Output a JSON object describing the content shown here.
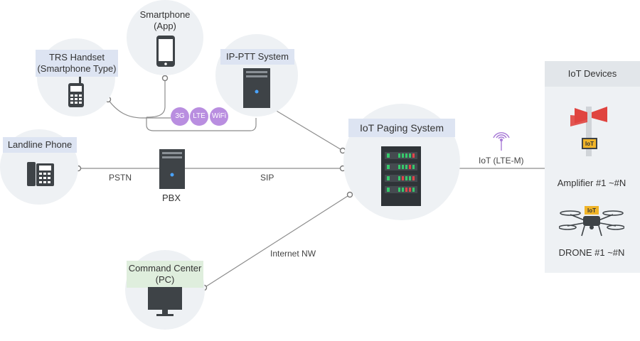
{
  "nodes": {
    "smartphone": {
      "label": "Smartphone\n(App)",
      "icon": "smartphone-icon"
    },
    "trs_handset": {
      "label": "TRS Handset\n(Smartphone Type)",
      "icon": "walkie-talkie-icon"
    },
    "ip_ptt": {
      "label": "IP-PTT System",
      "icon": "server-tower-icon"
    },
    "landline": {
      "label": "Landline Phone",
      "icon": "desk-phone-icon"
    },
    "pbx": {
      "label": "PBX",
      "icon": "server-tower-icon"
    },
    "iot_paging": {
      "label": "IoT Paging System",
      "icon": "server-rack-icon"
    },
    "command_center": {
      "label": "Command Center\n(PC)",
      "icon": "monitor-icon"
    }
  },
  "network_badges": [
    "3G",
    "LTE",
    "WiFi"
  ],
  "edge_labels": {
    "pstn": "PSTN",
    "sip": "SIP",
    "internet": "Internet NW",
    "lte_m": "IoT (LTE-M)"
  },
  "iot_devices": {
    "title": "IoT Devices",
    "amplifier": "Amplifier #1 ~#N",
    "drone": "DRONE #1 ~#N",
    "tag": "IoT"
  },
  "colors": {
    "node_bg": "#eef1f4",
    "banner_bg": "#dde4f2",
    "line": "#8c8c8c",
    "badge": "#b98ee0",
    "rack_green": "#36c96b",
    "rack_red": "#e2454a",
    "amp_red": "#e0443f",
    "antenna": "#a779d6"
  }
}
